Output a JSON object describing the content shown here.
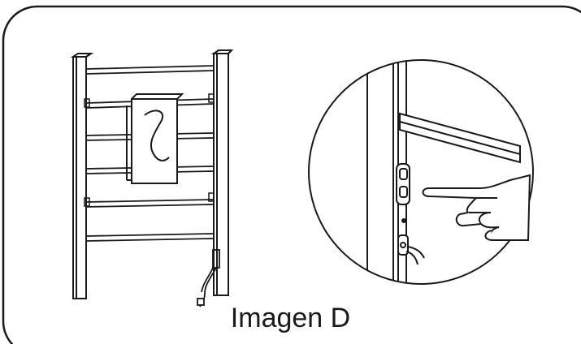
{
  "caption": "Imagen D",
  "colors": {
    "stroke": "#1a1a1a",
    "background": "#ffffff"
  },
  "illustrations": {
    "left": "towel-rack-with-towel",
    "right": "magnified-wall-mount-detail-with-pointing-hand"
  }
}
